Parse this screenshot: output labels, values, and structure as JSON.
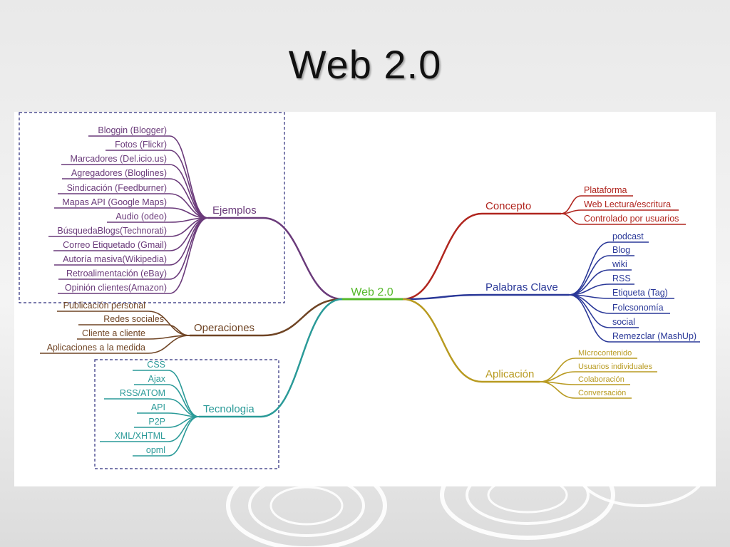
{
  "title": "Web 2.0",
  "colors": {
    "center": "#55b82a",
    "ejemplos": "#6a3a7a",
    "operaciones": "#6f4424",
    "tecnologia": "#2a9a98",
    "concepto": "#b0251e",
    "palabras": "#2a3898",
    "aplicacion": "#b89a20"
  },
  "map": {
    "center": "Web 2.0",
    "branches": {
      "ejemplos": {
        "label": "Ejemplos",
        "items": [
          "Bloggin (Blogger)",
          "Fotos (Flickr)",
          "Marcadores (Del.icio.us)",
          "Agregadores (Bloglines)",
          "Sindicación (Feedburner)",
          "Mapas API (Google Maps)",
          "Audio (odeo)",
          "BúsquedaBlogs(Technorati)",
          "Correo Etiquetado (Gmail)",
          "Autoría masiva(Wikipedia)",
          "Retroalimentación (eBay)",
          "Opinión clientes(Amazon)"
        ]
      },
      "operaciones": {
        "label": "Operaciones",
        "items": [
          "Publicación personal",
          "Redes sociales",
          "Cliente a cliente",
          "Aplicaciones a la medida"
        ]
      },
      "tecnologia": {
        "label": "Tecnologia",
        "items": [
          "CSS",
          "Ajax",
          "RSS/ATOM",
          "API",
          "P2P",
          "XML/XHTML",
          "opml"
        ]
      },
      "concepto": {
        "label": "Concepto",
        "items": [
          "Plataforma",
          "Web Lectura/escritura",
          "Controlado por usuarios"
        ]
      },
      "palabras": {
        "label": "Palabras Clave",
        "items": [
          "podcast",
          "Blog",
          "wiki",
          "RSS",
          "Etiqueta (Tag)",
          "Folcsonomía",
          "social",
          "Remezclar (MashUp)"
        ]
      },
      "aplicacion": {
        "label": "Aplicación",
        "items": [
          "MIcrocontenido",
          "Usuarios individuales",
          "Colaboración",
          "Conversación"
        ]
      }
    }
  }
}
